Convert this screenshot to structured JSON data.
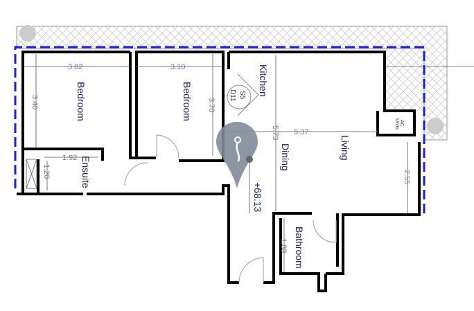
{
  "rooms": {
    "bedroom1": "Bedroom",
    "bedroom2": "Bedroom",
    "kitchen": "Kitchen",
    "dining": "Dining",
    "living": "Living",
    "ensuite": "Ensuite",
    "bathroom": "Bathroom",
    "ac_units_1": "AC",
    "ac_units_2": "Units"
  },
  "dimensions": {
    "bed1_width": "3.82",
    "bed1_depth": "3.40",
    "bed2_width": "3.10",
    "bed2_depth": "3.70",
    "living_width": "5.37",
    "kitchen_depth": "5.73",
    "living_side": "2.55",
    "ensuite_width": "1.92",
    "ensuite_depth": "1.20",
    "bathroom_depth": "1.89"
  },
  "section_tag": {
    "top": "S5",
    "bottom": "D11"
  },
  "elevation": "+68.13",
  "colors": {
    "wall": "#000000",
    "boundary": "#1a1aff",
    "marker": "#7f8c99"
  }
}
